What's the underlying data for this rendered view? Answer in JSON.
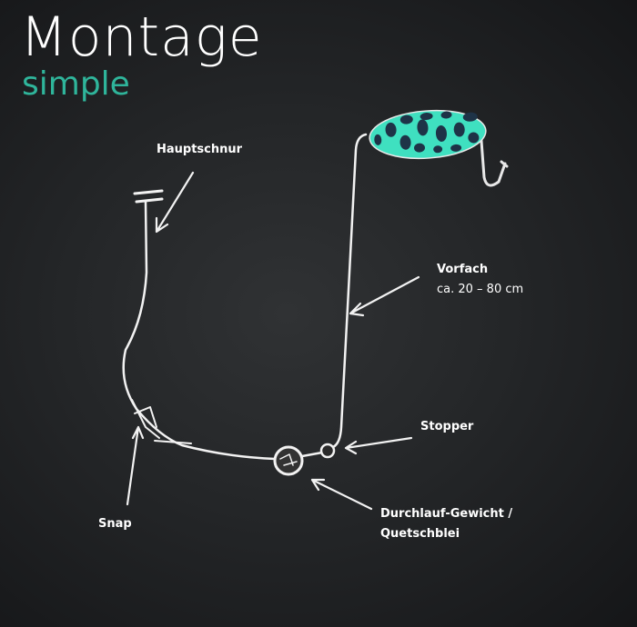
{
  "title": "Montage",
  "subtitle": "simple",
  "labels": {
    "main_line": "Hauptschnur",
    "leader": "Vorfach",
    "leader_length": "ca. 20 – 80 cm",
    "stopper": "Stopper",
    "snap": "Snap",
    "weight_line1": "Durchlauf-Gewicht /",
    "weight_line2": "Quetschblei"
  },
  "colors": {
    "accent": "#2fb59b",
    "lure": "#3fe0c0",
    "spots": "#1e3347"
  }
}
